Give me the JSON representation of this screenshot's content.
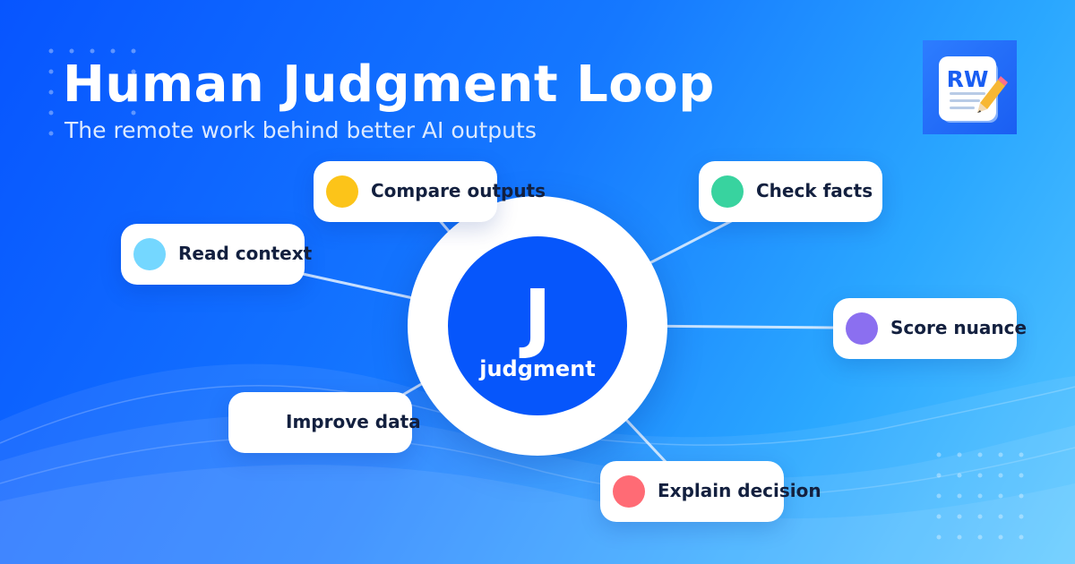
{
  "header": {
    "title": "Human Judgment Loop",
    "subtitle": "The remote work behind better AI outputs"
  },
  "logo": {
    "text": "RW",
    "icon": "pencil-icon"
  },
  "hub": {
    "letter": "J",
    "label": "judgment"
  },
  "nodes": [
    {
      "id": "compare-outputs",
      "label": "Compare outputs",
      "color": "#fcc419"
    },
    {
      "id": "check-facts",
      "label": "Check facts",
      "color": "#38d39f"
    },
    {
      "id": "read-context",
      "label": "Read context",
      "color": "#74d7ff"
    },
    {
      "id": "score-nuance",
      "label": "Score nuance",
      "color": "#8b6ff0"
    },
    {
      "id": "improve-data",
      "label": "Improve data",
      "color": "#ffffff"
    },
    {
      "id": "explain-decision",
      "label": "Explain decision",
      "color": "#ff6b75"
    }
  ],
  "colors": {
    "background_start": "#0755ff",
    "background_end": "#55c6ff",
    "hub": "#0656fb",
    "text_dark": "#13203f"
  }
}
